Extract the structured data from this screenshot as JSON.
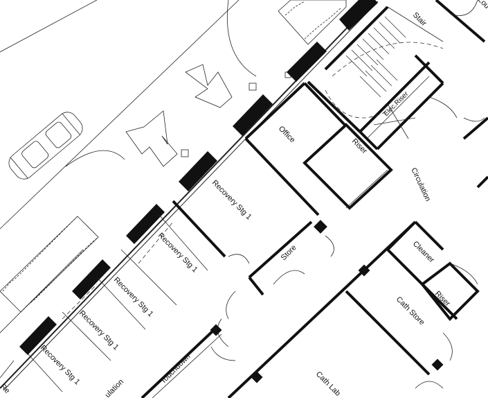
{
  "labels": {
    "stair": "Stair",
    "lounge": "Lou",
    "elec_riser": "Elec.Riser",
    "office": "Office",
    "riser_upper": "Riser",
    "circulation_right": "Circulation",
    "recovery_1": "Recovery Stg 1",
    "recovery_2": "Recovery Stg 1",
    "recovery_3": "Recovery Stg 1",
    "recovery_4": "Recovery Stg 1",
    "recovery_5": "Recovery Stg 1",
    "store": "Store",
    "cleaner": "Cleaner",
    "riser_lower": "Riser",
    "cath_store": "Cath Store",
    "cath_lab": "Cath Lab",
    "touchdown": "Touchdown",
    "circulation_left": "ulation",
    "recovery_edge": "Re"
  },
  "colors": {
    "wall": "#111111",
    "line": "#222222",
    "background": "#ffffff"
  },
  "icons": [
    "car-icon",
    "arrow-up-icon",
    "arrow-down-icon",
    "planter-hedge-icon"
  ]
}
